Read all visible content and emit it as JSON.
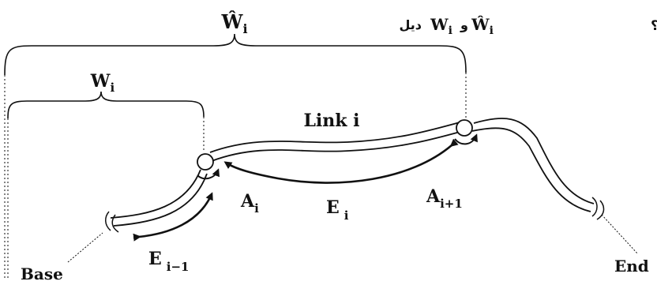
{
  "question": {
    "prefix": "دیل",
    "var_a": "W",
    "var_a_sub": "i",
    "conj": "و",
    "var_b": "Ŵ",
    "var_b_sub": "i",
    "suffix": "کدام است؟"
  },
  "labels": {
    "w_hat": "Ŵ",
    "w_hat_sub": "i",
    "w": "W",
    "w_sub": "i",
    "link": "Link i",
    "a_i": "A",
    "a_i_sub": "i",
    "a_next": "A",
    "a_next_sub": "i+1",
    "e_i": "E",
    "e_i_sub": "i",
    "e_prev": "E",
    "e_prev_sub": "i−1",
    "base": "Base",
    "end": "End"
  }
}
